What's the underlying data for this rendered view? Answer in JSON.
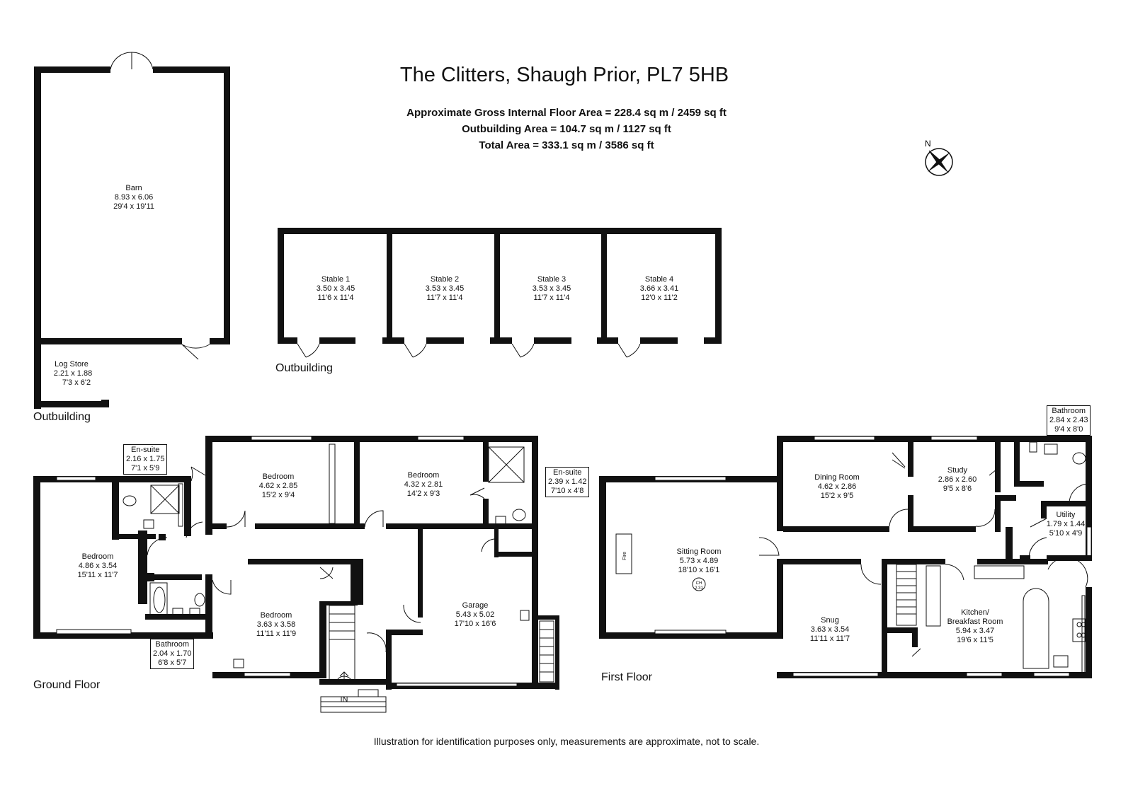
{
  "header": {
    "title": "The Clitters, Shaugh Prior, PL7 5HB",
    "gross_area": "Approximate Gross Internal Floor Area = 228.4 sq m / 2459 sq ft",
    "outbuilding_area": "Outbuilding Area = 104.7 sq m / 1127 sq ft",
    "total_area": "Total Area = 333.1 sq m / 3586 sq ft"
  },
  "compass": {
    "label": "N",
    "icon": "compass-rose-icon"
  },
  "sections": {
    "outbuilding_left": "Outbuilding",
    "outbuilding_stables": "Outbuilding",
    "ground_floor": "Ground Floor",
    "first_floor": "First Floor"
  },
  "rooms": {
    "barn": {
      "name": "Barn",
      "metric": "8.93 x 6.06",
      "imperial": "29'4 x 19'11"
    },
    "log_store": {
      "name": "Log Store",
      "metric": "2.21 x 1.88",
      "imperial": "7'3 x 6'2"
    },
    "stable1": {
      "name": "Stable 1",
      "metric": "3.50 x 3.45",
      "imperial": "11'6 x 11'4"
    },
    "stable2": {
      "name": "Stable 2",
      "metric": "3.53 x 3.45",
      "imperial": "11'7 x 11'4"
    },
    "stable3": {
      "name": "Stable 3",
      "metric": "3.53 x 3.45",
      "imperial": "11'7 x 11'4"
    },
    "stable4": {
      "name": "Stable 4",
      "metric": "3.66 x 3.41",
      "imperial": "12'0 x 11'2"
    },
    "gf_bedroom_left": {
      "name": "Bedroom",
      "metric": "4.86 x 3.54",
      "imperial": "15'11 x 11'7"
    },
    "gf_ensuite_left": {
      "name": "En-suite",
      "metric": "2.16 x 1.75",
      "imperial": "7'1 x 5'9"
    },
    "gf_bedroom_top1": {
      "name": "Bedroom",
      "metric": "4.62 x 2.85",
      "imperial": "15'2 x 9'4"
    },
    "gf_bedroom_top2": {
      "name": "Bedroom",
      "metric": "4.32 x 2.81",
      "imperial": "14'2 x 9'3"
    },
    "gf_ensuite_right": {
      "name": "En-suite",
      "metric": "2.39 x 1.42",
      "imperial": "7'10 x 4'8"
    },
    "gf_bedroom_mid": {
      "name": "Bedroom",
      "metric": "3.63 x 3.58",
      "imperial": "11'11 x 11'9"
    },
    "gf_bathroom": {
      "name": "Bathroom",
      "metric": "2.04 x 1.70",
      "imperial": "6'8 x 5'7"
    },
    "garage": {
      "name": "Garage",
      "metric": "5.43 x 5.02",
      "imperial": "17'10 x 16'6"
    },
    "entrance": {
      "name": "IN"
    },
    "sitting_room": {
      "name": "Sitting Room",
      "metric": "5.73 x 4.89",
      "imperial": "18'10 x 16'1",
      "fire": "Fire",
      "ch": "CH",
      "ch_height": "2.31"
    },
    "dining_room": {
      "name": "Dining Room",
      "metric": "4.62 x 2.86",
      "imperial": "15'2 x 9'5"
    },
    "study": {
      "name": "Study",
      "metric": "2.86 x 2.60",
      "imperial": "9'5 x 8'6"
    },
    "ff_bathroom": {
      "name": "Bathroom",
      "metric": "2.84 x 2.43",
      "imperial": "9'4 x 8'0"
    },
    "utility": {
      "name": "Utility",
      "metric": "1.79 x 1.44",
      "imperial": "5'10 x 4'9"
    },
    "snug": {
      "name": "Snug",
      "metric": "3.63 x 3.54",
      "imperial": "11'11 x 11'7"
    },
    "kitchen": {
      "name": "Kitchen/",
      "name2": "Breakfast Room",
      "metric": "5.94 x 3.47",
      "imperial": "19'6 x 11'5"
    }
  },
  "footer": "Illustration for identification purposes only, measurements are approximate, not to scale."
}
